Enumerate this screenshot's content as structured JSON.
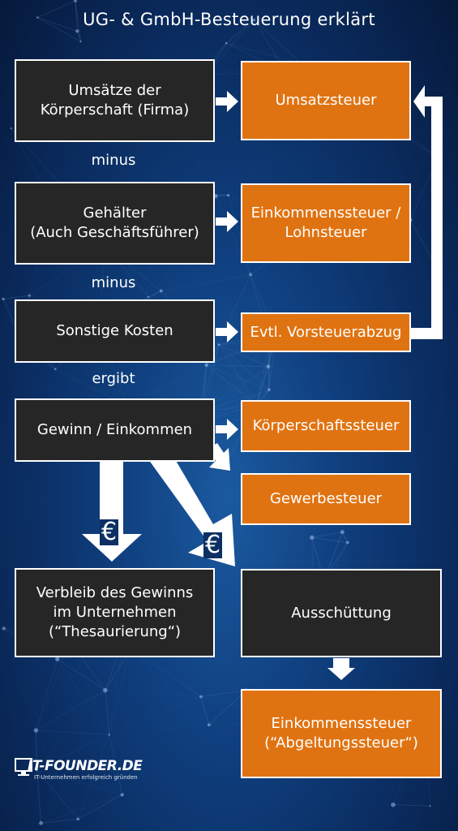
{
  "title": "UG- & GmbH-Besteuerung erklärt",
  "left": {
    "umsaetze": "Umsätze der\nKörperschaft (Firma)",
    "gehaelter": "Gehälter\n(Auch Geschäftsführer)",
    "sonstige": "Sonstige Kosten",
    "gewinn": "Gewinn / Einkommen",
    "verbleib": "Verbleib des Gewinns\nim Unternehmen\n(“Thesaurierung“)"
  },
  "connectors": {
    "minus1": "minus",
    "minus2": "minus",
    "ergibt": "ergibt"
  },
  "right": {
    "umsatzsteuer": "Umsatzsteuer",
    "einkommensteuer": "Einkommenssteuer /\nLohnsteuer",
    "vorsteuer": "Evtl. Vorsteuerabzug",
    "koerperschaft": "Körperschaftssteuer",
    "gewerbe": "Gewerbesteuer",
    "ausschuettung": "Ausschüttung",
    "abgeltung": "Einkommenssteuer\n(“Abgeltungssteuer“)"
  },
  "euro_symbol": "€",
  "logo": {
    "main": "IT-FOUNDER.DE",
    "sub": "IT-Unternehmen erfolgreich gründen"
  },
  "colors": {
    "orange": "#e07311",
    "dark": "#262626",
    "background": "#0f3f7e"
  }
}
